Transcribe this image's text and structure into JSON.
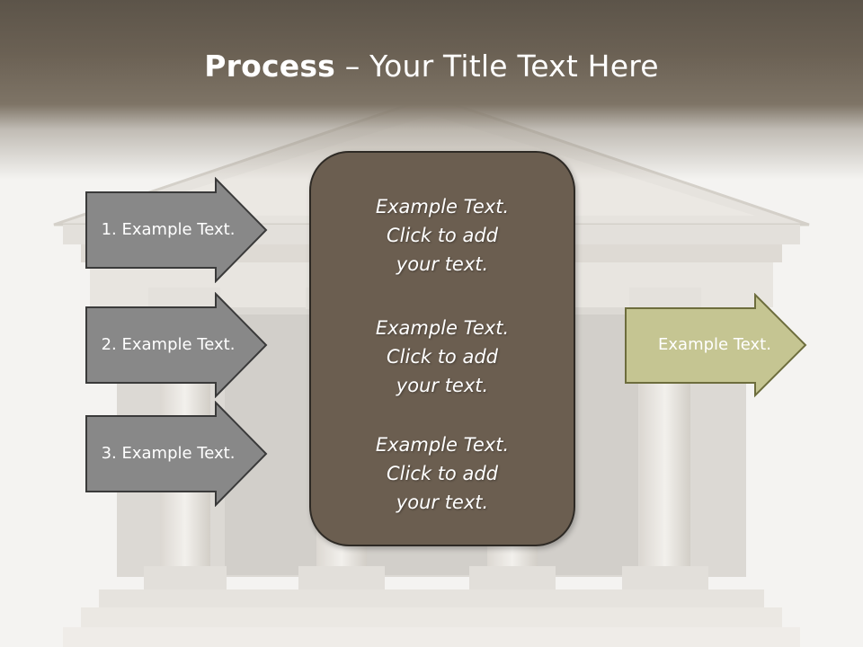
{
  "slide": {
    "title_bold": "Process",
    "title_rest": " – Your Title Text Here",
    "left_arrows": [
      {
        "label": "1. Example Text."
      },
      {
        "label": "2. Example Text."
      },
      {
        "label": "3. Example Text."
      }
    ],
    "center_items": [
      {
        "line1": "Example Text.",
        "line2": "Click  to add",
        "line3": "your text."
      },
      {
        "line1": "Example Text.",
        "line2": "Click  to add",
        "line3": "your text."
      },
      {
        "line1": "Example Text.",
        "line2": "Click  to add",
        "line3": "your text."
      }
    ],
    "right_arrow": {
      "label": "Example Text."
    }
  },
  "colors": {
    "header": "#6b6154",
    "gray_arrow": "#888888",
    "center_box": "#6b5e50",
    "green_arrow": "#c5c592"
  }
}
